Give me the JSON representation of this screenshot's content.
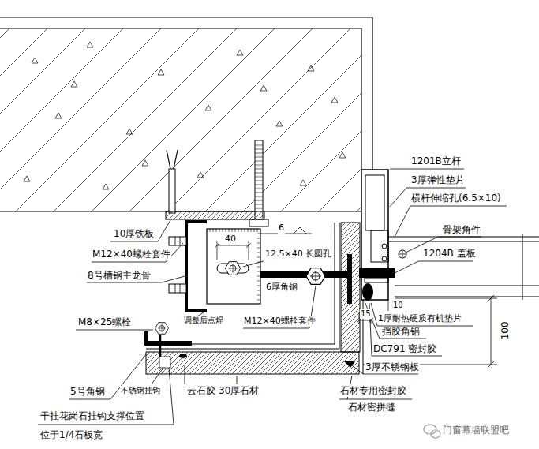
{
  "diagram": {
    "labels": [
      "1201B立杆",
      "3厚弹性垫片",
      "横杆伸缩孔(6.5×10)",
      "骨架角件",
      "1204B 盖板",
      "10厚铁板",
      "6",
      "40",
      "12.5×40 长圆孔",
      "M12×40螺栓套件",
      "6厚角钢",
      "8号槽钢主龙骨",
      "M12×40螺栓套件",
      "M8×25螺栓",
      "调整后点焊",
      "10",
      "15",
      "1厚耐热硬质有机垫片",
      "挡胶角铝",
      "DC791 密封胶",
      "3厚不锈钢板",
      "100",
      "5号角钢",
      "不锈钢挂钩",
      "云石胶",
      "30厚石材",
      "石材专用密封胶",
      "石材密拼缝",
      "干挂花岗石挂钩支撑位置",
      "位于1/4石板宽",
      "门窗幕墙联盟吧"
    ]
  }
}
